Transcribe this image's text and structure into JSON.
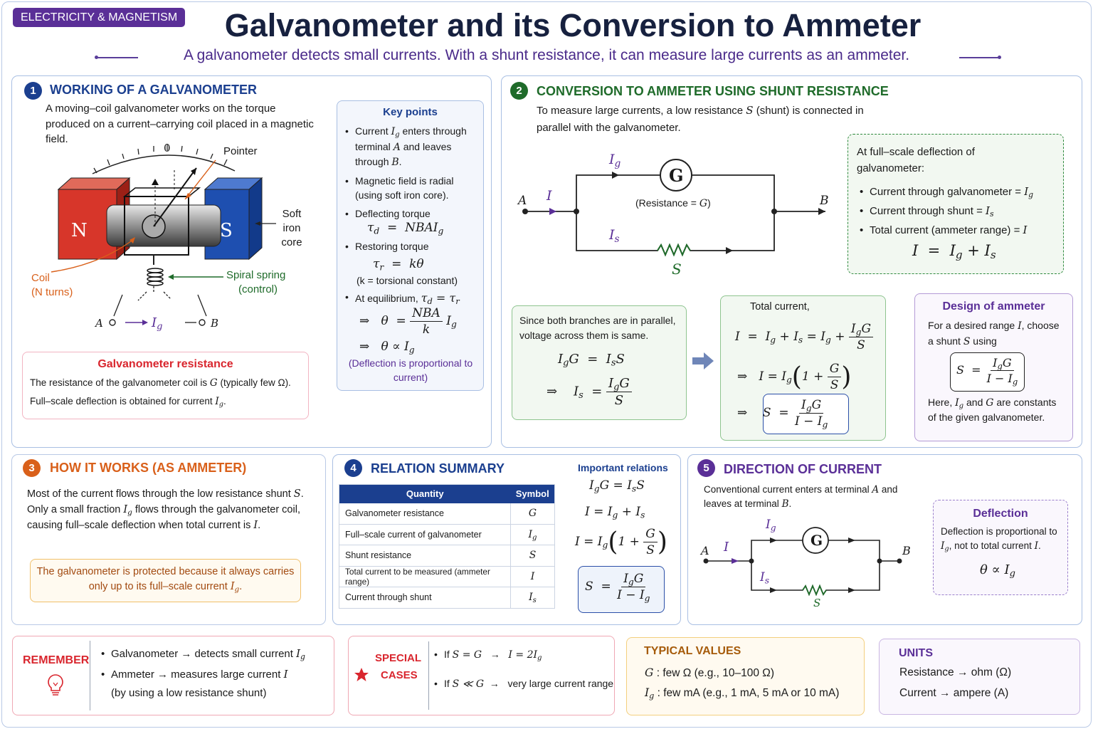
{
  "header": {
    "tag": "ELECTRICITY & MAGNETISM",
    "title": "Galvanometer and its Conversion to Ammeter",
    "subtitle": "A galvanometer detects small currents. With a shunt resistance, it can measure large currents as an ammeter."
  },
  "colors": {
    "navy": "#1b3f8f",
    "green": "#1f6b2a",
    "orange": "#d9601a",
    "purple": "#5a2f97",
    "pink": "#e0355c",
    "red": "#d9262e",
    "blue": "#2b4fa8"
  },
  "s1": {
    "num": "1",
    "title": "WORKING OF A GALVANOMETER",
    "intro": "A moving–coil galvanometer works on the torque produced on a current–carrying coil placed in a magnetic field.",
    "labels": {
      "zero": "0",
      "pointer": "Pointer",
      "north": "N",
      "south": "S",
      "soft_iron": "Soft iron core",
      "coil": "Coil",
      "coil_turns": "(N turns)",
      "spring": "Spiral spring",
      "spring2": "(control)",
      "a": "A",
      "b": "B",
      "ig": "I",
      "ig_sub": "g"
    },
    "key_points": {
      "title": "Key points",
      "p1a": "Current",
      "p1b": "enters through terminal",
      "p1c": "and leaves through",
      "p2": "Magnetic field is radial (using soft iron core).",
      "p3": "Deflecting torque",
      "p4": "Restoring torque",
      "p4b": "(k = torsional constant)",
      "p5": "At equilibrium,",
      "note": "(Deflection is proportional to current)"
    },
    "resistance": {
      "title": "Galvanometer resistance",
      "line1a": "The resistance of the galvanometer coil is",
      "line1b": "(typically few Ω).",
      "line2": "Full–scale deflection is obtained for current"
    }
  },
  "s2": {
    "num": "2",
    "title": "CONVERSION TO AMMETER USING SHUNT RESISTANCE",
    "intro": "To measure large currents, a low resistance S (shunt) is connected in parallel with the galvanometer.",
    "circuit": {
      "a": "A",
      "b": "B",
      "i": "I",
      "g": "G",
      "res": "(Resistance = G)",
      "s": "S"
    },
    "fullscale": {
      "title": "At full–scale deflection of galvanometer:",
      "b1": "Current through galvanometer =",
      "b2": "Current through shunt =",
      "b3": "Total current (ammeter range) ="
    },
    "parallel": {
      "text": "Since both branches are in parallel, voltage across them is same."
    },
    "total": {
      "title": "Total current,"
    },
    "design": {
      "title": "Design of ammeter",
      "text1": "For a desired range I, choose a shunt S using",
      "text2": "Here, Ig and G are constants of the given galvanometer."
    }
  },
  "s3": {
    "num": "3",
    "title": "HOW IT WORKS (AS AMMETER)",
    "text": "Most of the current flows through the low resistance shunt S. Only a small fraction Ig flows through the galvanometer coil, causing full–scale deflection when total current is I.",
    "note": "The galvanometer is protected because it always carries only up to its full–scale current Ig."
  },
  "s4": {
    "num": "4",
    "title": "RELATION SUMMARY",
    "table_headers": [
      "Quantity",
      "Symbol"
    ],
    "rows": [
      {
        "q": "Galvanometer resistance",
        "s": "G"
      },
      {
        "q": "Full–scale current of galvanometer",
        "s": "Ig"
      },
      {
        "q": "Shunt resistance",
        "s": "S"
      },
      {
        "q": "Total current to be measured (ammeter range)",
        "s": "I"
      },
      {
        "q": "Current through shunt",
        "s": "Is"
      }
    ],
    "relations_title": "Important relations"
  },
  "s5": {
    "num": "5",
    "title": "DIRECTION OF CURRENT",
    "text": "Conventional current enters at terminal A and leaves at terminal B.",
    "deflection_title": "Deflection",
    "deflection_text": "Deflection is proportional to Ig, not to total current I."
  },
  "remember": {
    "title": "REMEMBER",
    "l1": "Galvanometer → detects small current",
    "l2": "Ammeter → measures large current",
    "l3": "(by using a low resistance shunt)"
  },
  "special": {
    "title1": "SPECIAL",
    "title2": "CASES",
    "c2": "very large current range"
  },
  "typical": {
    "title": "TYPICAL VALUES",
    "g": "few Ω (e.g., 10–100 Ω)",
    "ig": "few mA (e.g., 1 mA, 5 mA or 10 mA)"
  },
  "units": {
    "title": "UNITS",
    "r": "Resistance → ohm (Ω)",
    "c": "Current → ampere (A)"
  }
}
